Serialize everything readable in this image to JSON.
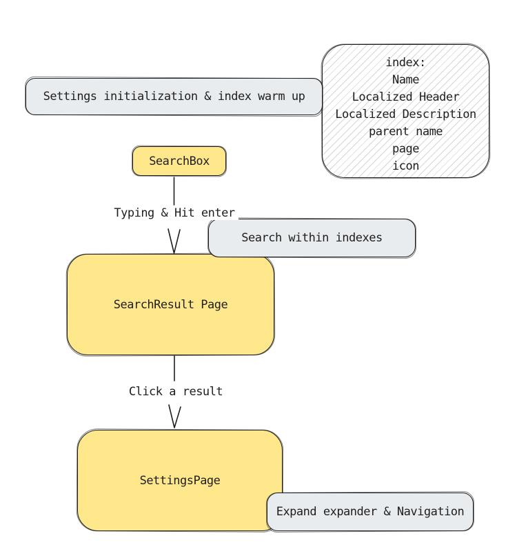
{
  "diagram": {
    "colors": {
      "background": "#ffffff",
      "stroke": "#1e1e1e",
      "yellow_fill": "#ffe78c",
      "gray_fill": "#e9ecef",
      "hatch_line": "#d6d6d6"
    },
    "nodes": {
      "settings_init": {
        "label": "Settings initialization & index warm up"
      },
      "index_note": {
        "lines": [
          "index:",
          "Name",
          "Localized Header",
          "Localized Description",
          "parent name",
          "page",
          "icon"
        ]
      },
      "search_box": {
        "label": "SearchBox"
      },
      "search_within": {
        "label": "Search within indexes"
      },
      "search_result": {
        "label": "SearchResult Page"
      },
      "settings_page": {
        "label": "SettingsPage"
      },
      "expand_nav": {
        "label": "Expand expander & Navigation"
      }
    },
    "edges": {
      "typing": {
        "label": "Typing & Hit enter"
      },
      "click": {
        "label": "Click a result"
      }
    }
  }
}
